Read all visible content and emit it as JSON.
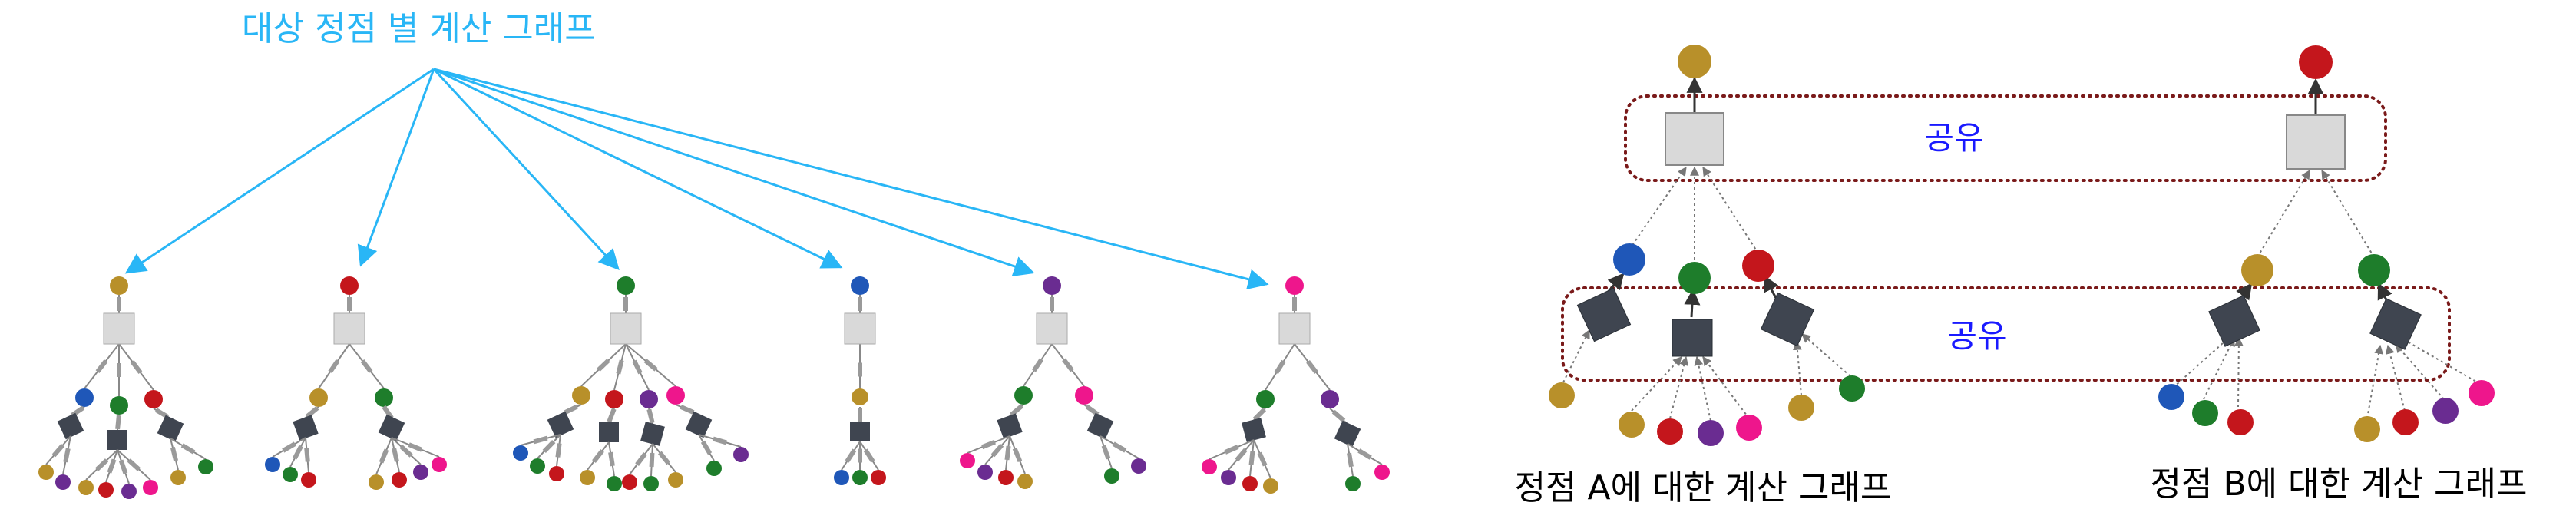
{
  "labels": {
    "left_title": "대상 정점 별 계산 그래프",
    "share_top": "공유",
    "share_bottom": "공유",
    "caption_a": "정점 A에 대한 계산 그래프",
    "caption_b": "정점 B에 대한 계산 그래프"
  },
  "colors": {
    "title_blue": "#29b6f6",
    "arrow_blue": "#29b6f6",
    "share_text": "#1a1aff",
    "dashed_box": "#7a1a1a",
    "node_gold": "#b8902a",
    "node_red": "#c4161c",
    "node_blue": "#1f57b8",
    "node_green": "#1e7d2b",
    "node_purple": "#6a2c91",
    "node_pink": "#ee168c",
    "agg_light": "#d9d9d9",
    "agg_dark": "#3f4550"
  }
}
